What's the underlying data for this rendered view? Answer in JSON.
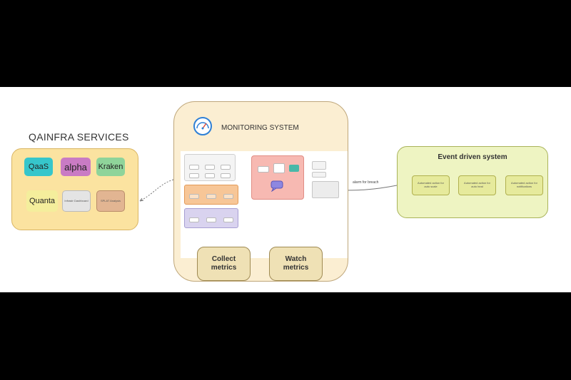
{
  "qainfra": {
    "title": "QAINFRA SERVICES",
    "chips": [
      {
        "label": "QaaS",
        "color": "#36c6cb"
      },
      {
        "label": "alpha",
        "color": "#c97bc4"
      },
      {
        "label": "Kraken",
        "color": "#8fd49a"
      },
      {
        "label": "Quanta",
        "color": "#f4ee9c"
      },
      {
        "label": "Infrastr Dashboard",
        "color": "#d9d9d9"
      },
      {
        "label": "SPLAT Analysis",
        "color": "#e2b592"
      }
    ]
  },
  "monitoring": {
    "title": "MONITORING SYSTEM",
    "collect_label": "Collect metrics",
    "watch_label": "Watch metrics",
    "colors": {
      "peach": "#f7b9b2",
      "orange": "#f7c697",
      "lavender": "#d9d3ef"
    }
  },
  "connector_label": "alarm for breach",
  "event": {
    "title": "Event driven system",
    "items": [
      "Automated action for auto scale",
      "Automated action for auto heal",
      "Automated action for notifications"
    ]
  }
}
